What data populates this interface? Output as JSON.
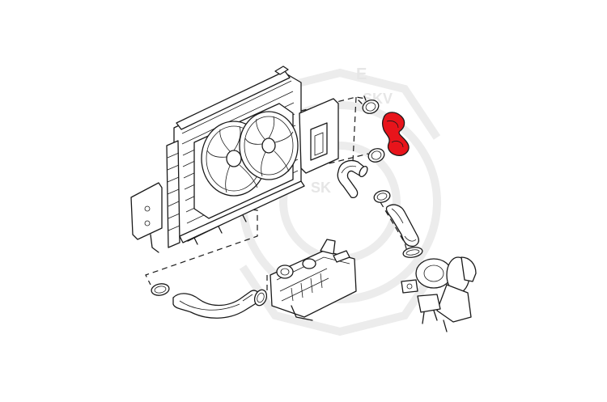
{
  "diagram": {
    "highlight_color": "#e8141b",
    "line_color": "#1a1a1a",
    "background_color": "#ffffff"
  },
  "watermark": {
    "text_top": "E",
    "text_mid": "SKV",
    "text_side": "SK"
  }
}
